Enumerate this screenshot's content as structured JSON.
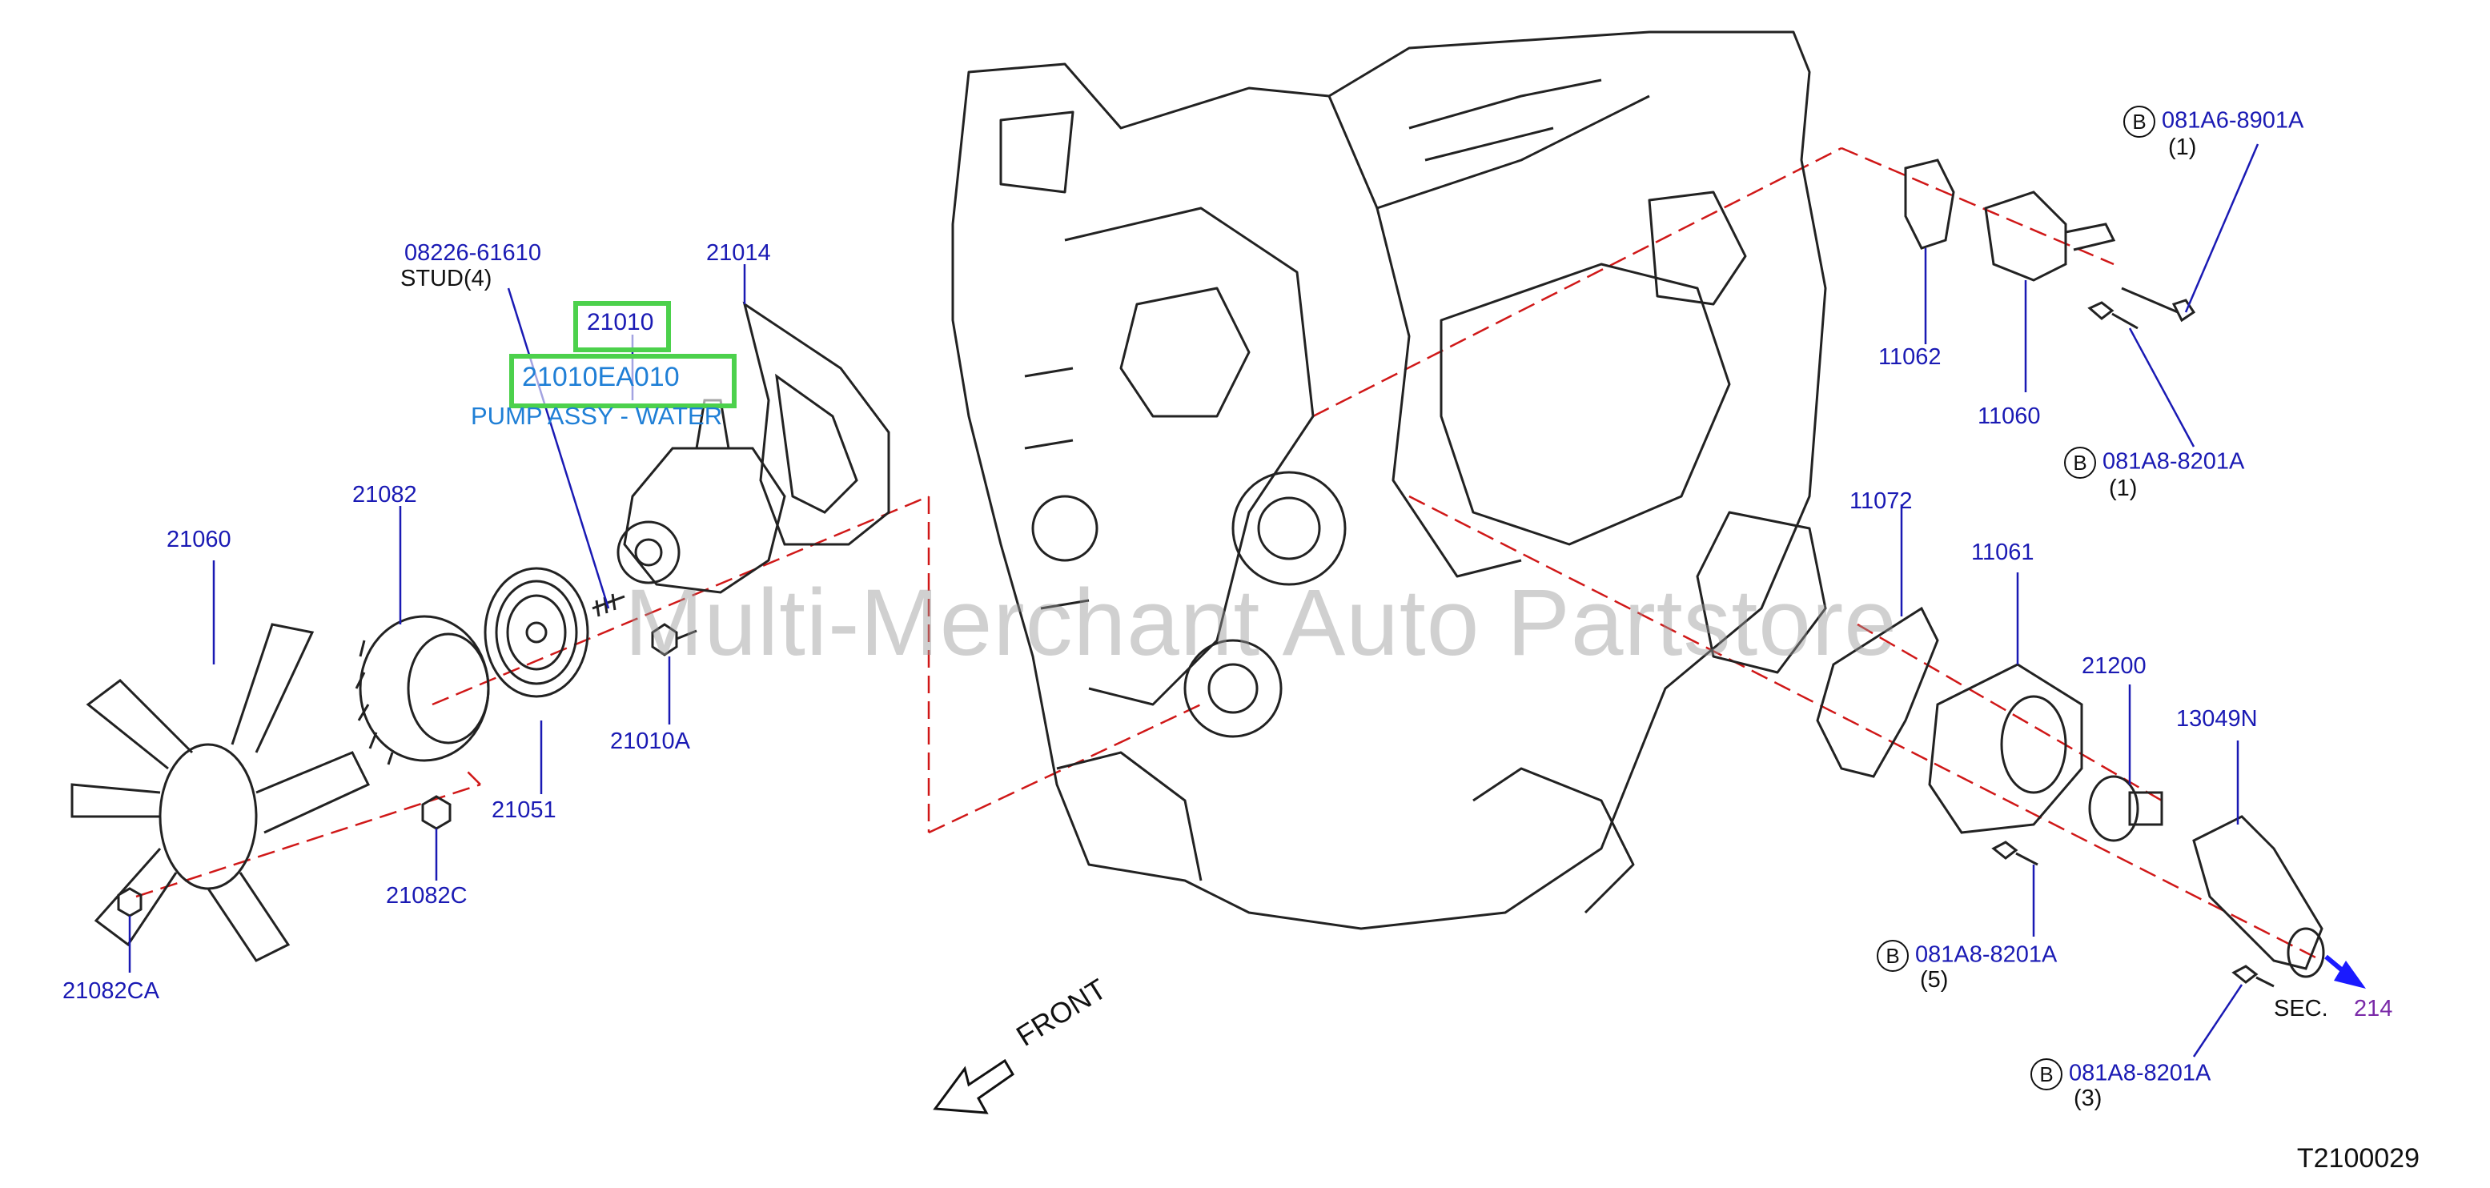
{
  "diagram": {
    "watermark": "Multi-Merchant Auto Partstore",
    "direction_label": "FRONT",
    "diagram_code": "T2100029",
    "highlight": {
      "ref": "21010",
      "part_number": "21010EA010",
      "part_name": "PUMP ASSY - WATER"
    },
    "labels": {
      "stud_pn": "08226-61610",
      "stud_name": "STUD(4)",
      "gasket_21014": "21014",
      "fan_21060": "21060",
      "clutch_21082": "21082",
      "pulley_21051": "21051",
      "bolt_21010A": "21010A",
      "nut_21082C": "21082C",
      "nut_21082CA": "21082CA",
      "gasket_11062": "11062",
      "housing_11060": "11060",
      "bolt1_pn": "081A6-8901A",
      "bolt1_qty": "(1)",
      "bolt2_pn": "081A8-8201A",
      "bolt2_qty": "(1)",
      "gasket_11072": "11072",
      "housing_11061": "11061",
      "thermostat_21200": "21200",
      "inlet_13049N": "13049N",
      "bolt3_pn": "081A8-8201A",
      "bolt3_qty": "(5)",
      "bolt4_pn": "081A8-8201A",
      "bolt4_qty": "(3)",
      "sec_label": "SEC.",
      "sec_num": "214",
      "b_marker": "B"
    }
  },
  "colors": {
    "label_blue": "#1a1ab4",
    "highlight_green": "#4cd14c",
    "part_name_blue": "#1f7fd6",
    "dash_red": "#d01818",
    "arrow_blue": "#1a1aff"
  }
}
